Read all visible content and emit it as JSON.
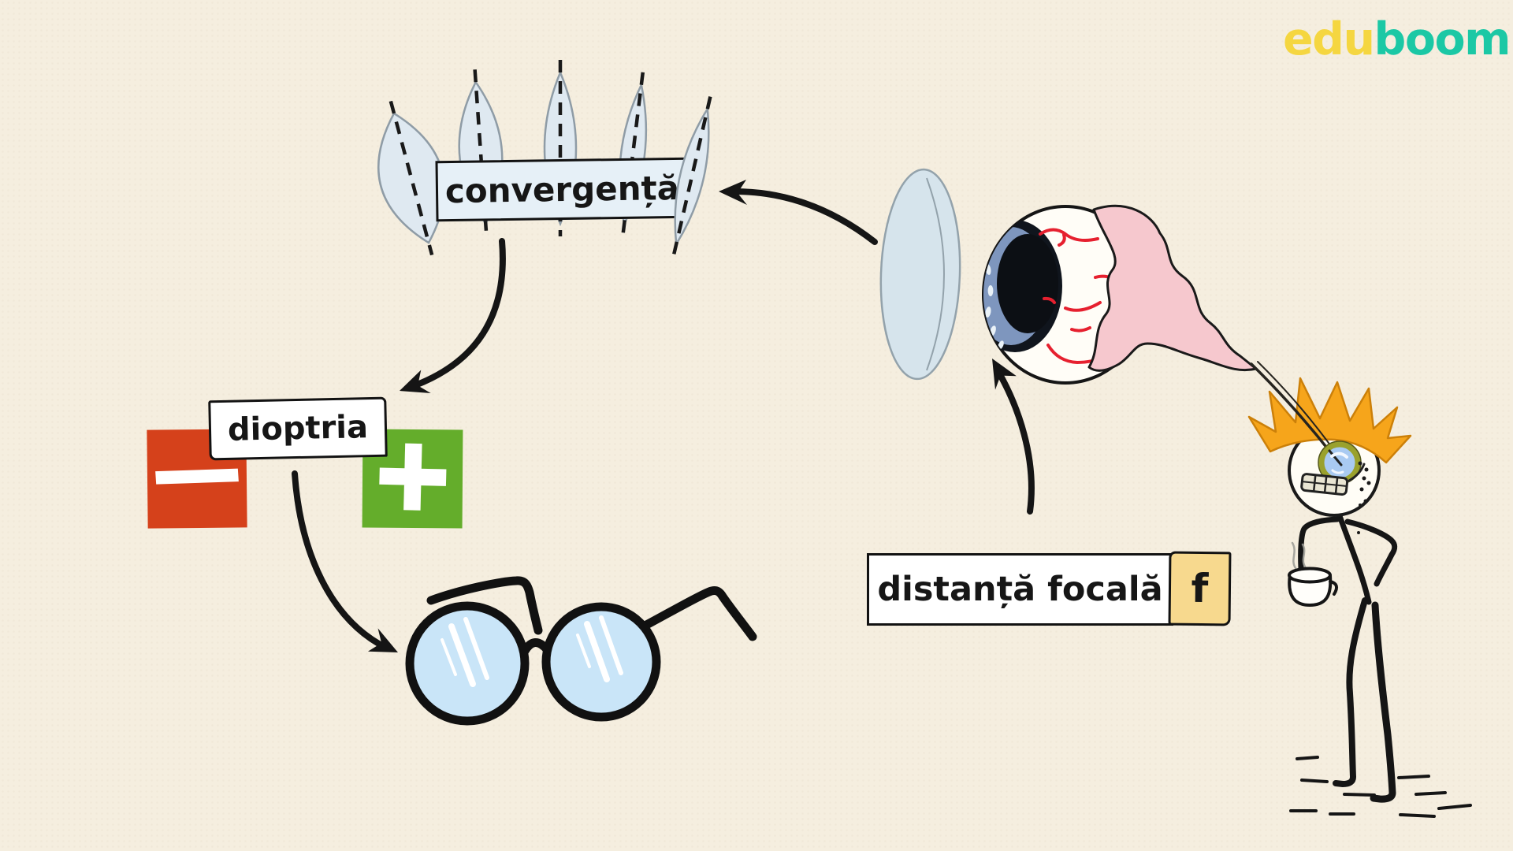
{
  "background_color": "#F5EEDF",
  "logo": {
    "edu": "edu",
    "boom": "boom",
    "edu_color": "#F5D640",
    "boom_color": "#1BC8A5"
  },
  "labels": {
    "convergence": "convergență",
    "diopter": "dioptria",
    "minus_sign": "−",
    "plus_sign": "+",
    "focal_distance": "distanță focală",
    "focal_symbol": "f"
  },
  "icons": {
    "minus_box_icon": "minus-icon",
    "plus_box_icon": "plus-icon",
    "lens_icons": "convex-lens-icons",
    "arrow_icons": "curved-arrow-icons"
  },
  "colors": {
    "minus_box": "#D5411B",
    "plus_box": "#64AD2B",
    "focal_symbol_box": "#F7D98E",
    "convergence_box": "#E6F0F7",
    "white_label_box": "#FFFFFF",
    "lens_fill": "#DFE9F1",
    "glasses_lens": "#C9E5F8",
    "contact_lens": "#D6E4EC",
    "eye_iris": "#7E96BE",
    "vein_red": "#E6202F",
    "tissue_pink": "#F6C8CE",
    "hair_orange": "#F6A51B",
    "monocle_ring": "#9AA12D",
    "ink": "#151515"
  }
}
